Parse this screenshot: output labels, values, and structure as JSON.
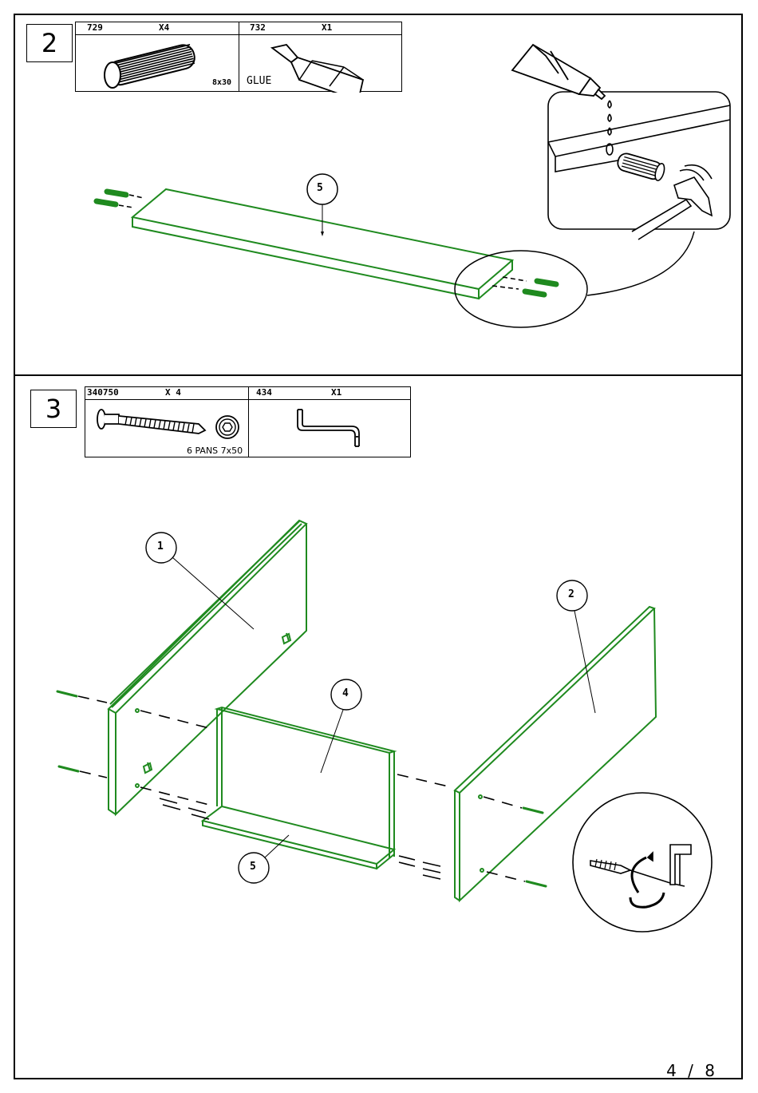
{
  "step2": {
    "number": "2",
    "parts": [
      {
        "code": "729",
        "qty": "X4",
        "size": "8x30",
        "icon": "dowel-icon"
      },
      {
        "code": "732",
        "qty": "X1",
        "label": "GLUE",
        "icon": "glue-tube-icon"
      }
    ],
    "callout": "5"
  },
  "step3": {
    "number": "3",
    "parts": [
      {
        "code": "340750",
        "qty": "X 4",
        "size": "6 PANS 7x50",
        "icon": "screw-icon"
      },
      {
        "code": "434",
        "qty": "X1",
        "icon": "allen-key-icon"
      }
    ],
    "callouts": {
      "panel_left": "1",
      "panel_right": "2",
      "panel_back": "4",
      "panel_shelf": "5"
    }
  },
  "page": {
    "current": "4",
    "sep": "/",
    "total": "8"
  },
  "colors": {
    "part_green": "#1f8a1f",
    "line": "#000000"
  }
}
